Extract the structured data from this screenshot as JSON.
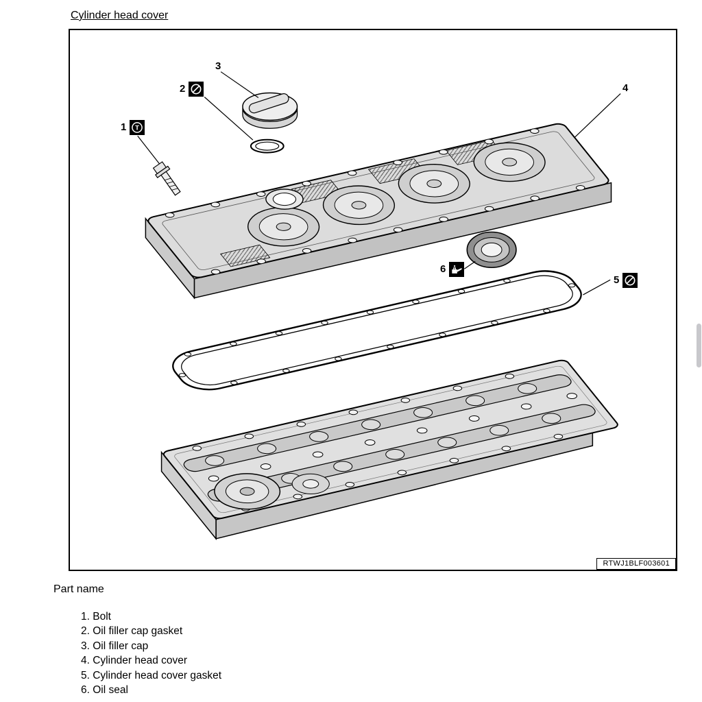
{
  "page": {
    "title": "Cylinder head cover",
    "section_heading": "Part name"
  },
  "figure": {
    "code": "RTWJ1BLF003601",
    "callouts": [
      {
        "number": "1",
        "icon": "torque-spec"
      },
      {
        "number": "2",
        "icon": "do-not-reuse"
      },
      {
        "number": "3"
      },
      {
        "number": "4"
      },
      {
        "number": "5",
        "icon": "do-not-reuse"
      },
      {
        "number": "6",
        "icon": "apply-oil"
      }
    ]
  },
  "parts_list": {
    "items": [
      "1. Bolt",
      "2. Oil filler cap gasket",
      "3. Oil filler cap",
      "4. Cylinder head cover",
      "5. Cylinder head cover gasket",
      "6. Oil seal"
    ]
  },
  "colors": {
    "ink": "#000000",
    "metal_light": "#e0e0e0",
    "metal_mid": "#c9c9c9",
    "icon_bg": "#000000",
    "icon_fg": "#ffffff"
  }
}
